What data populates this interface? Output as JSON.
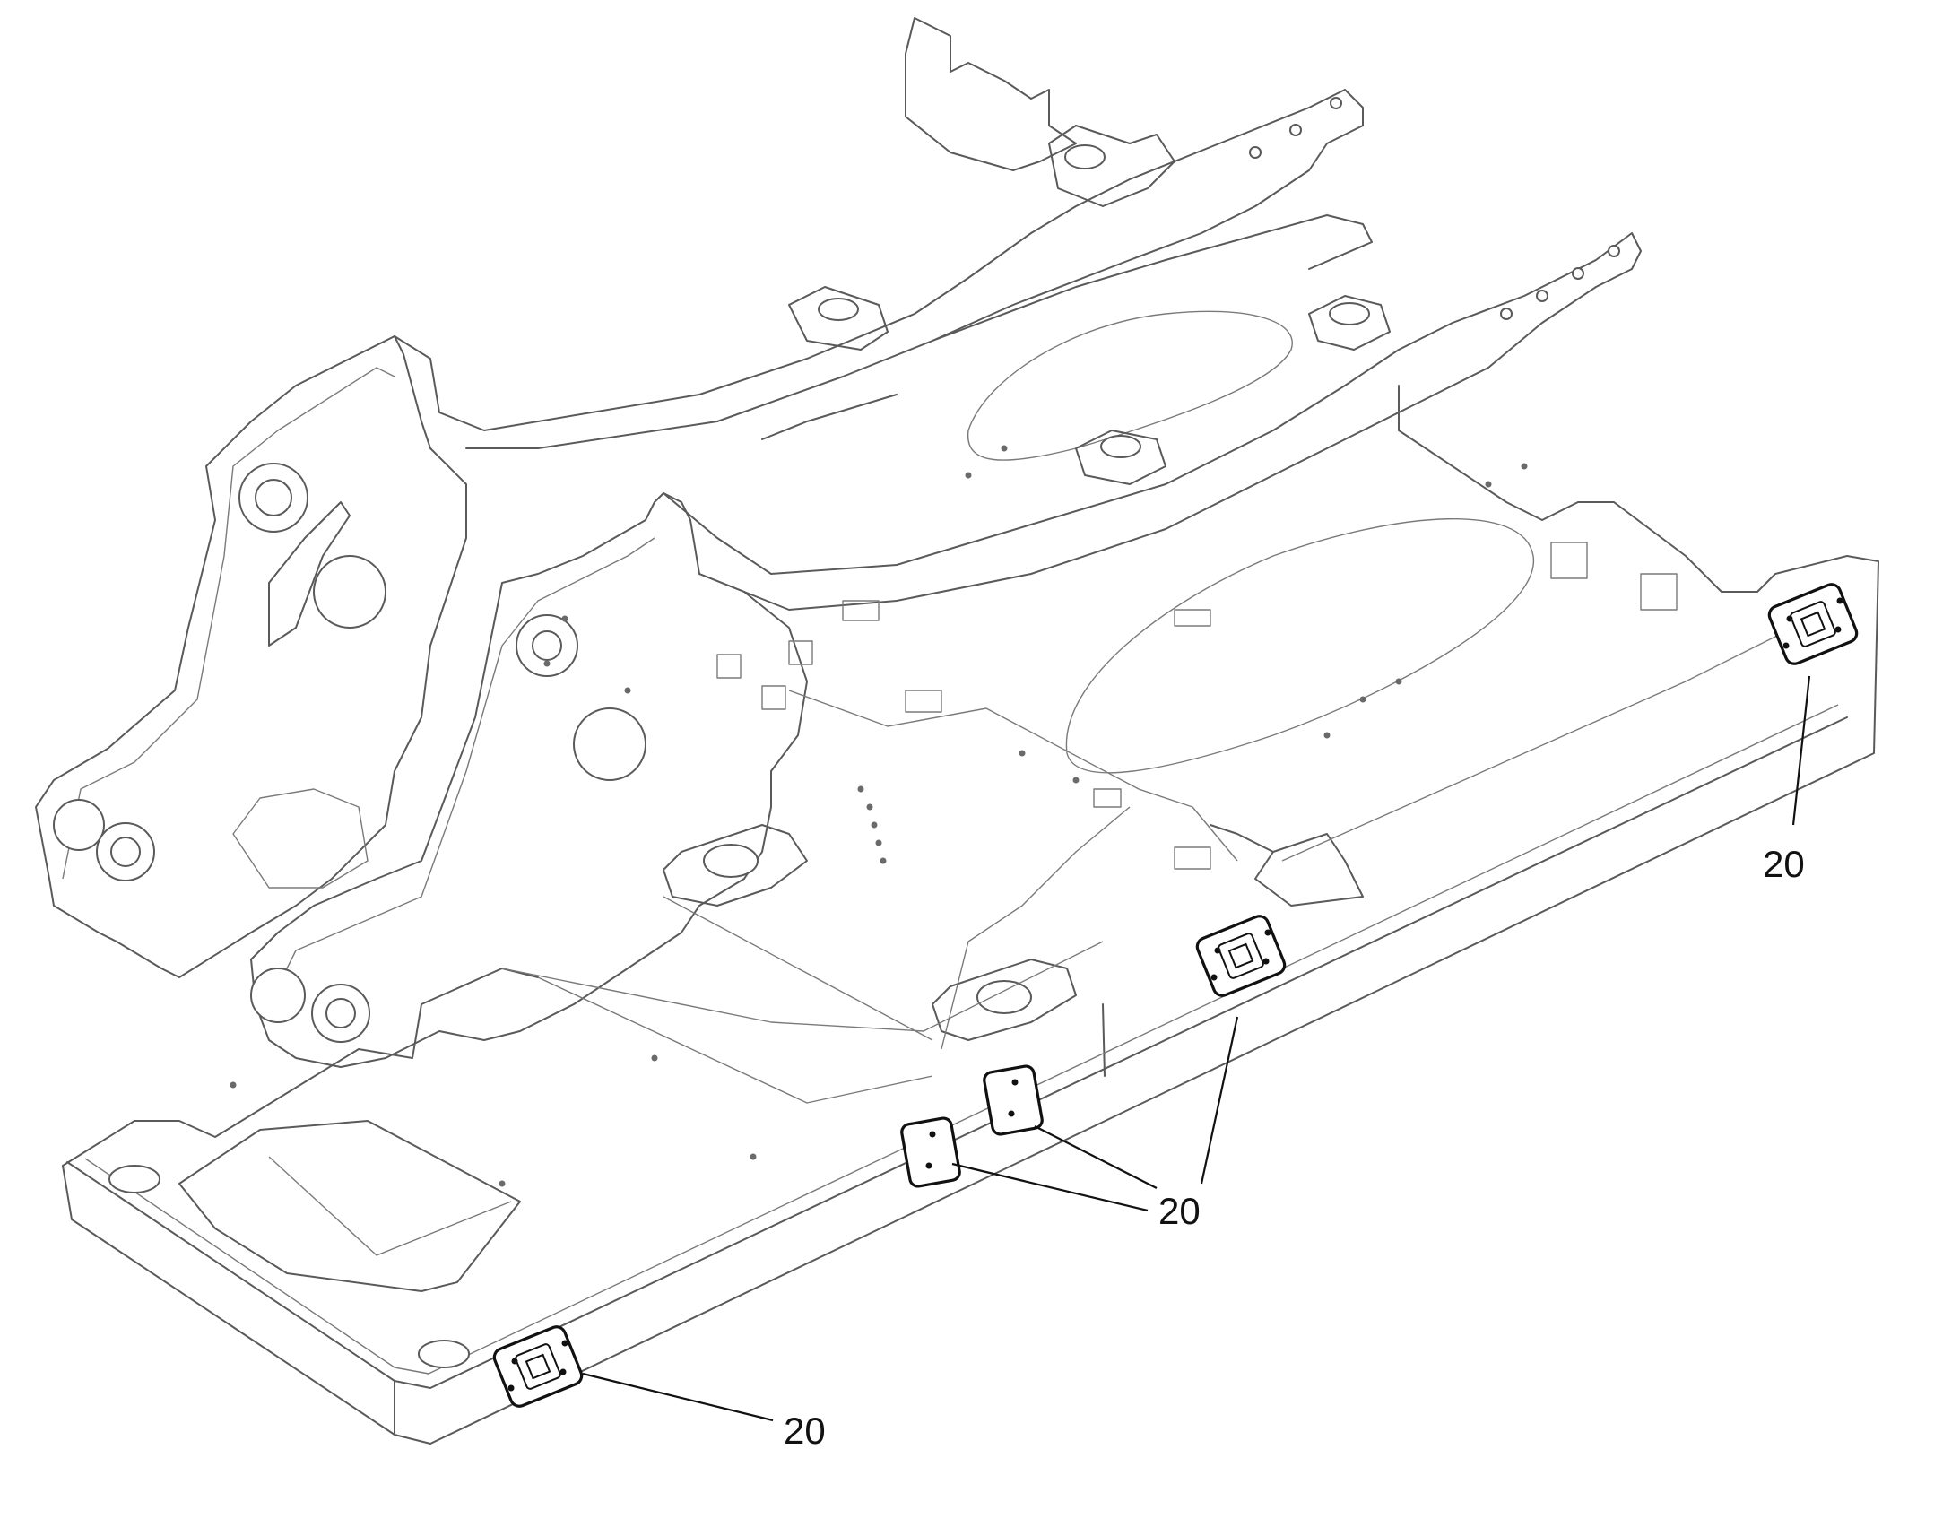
{
  "callouts": [
    {
      "label": "20"
    },
    {
      "label": "20"
    },
    {
      "label": "20"
    },
    {
      "label": "20"
    }
  ],
  "colors": {
    "frame_stroke": "#5a5a5a",
    "highlight_stroke": "#111111",
    "background": "#ffffff"
  }
}
